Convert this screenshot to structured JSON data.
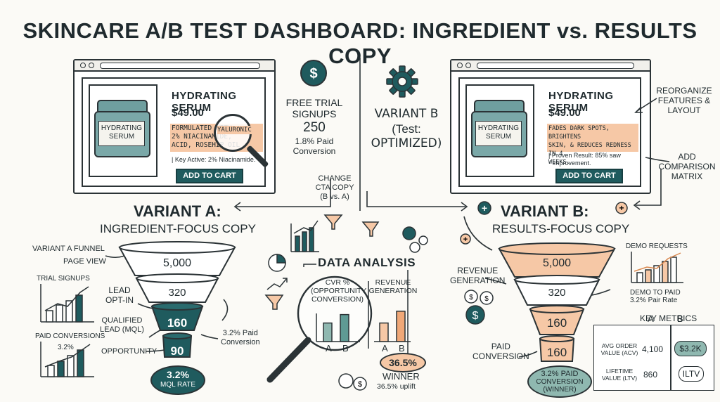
{
  "title": "SKINCARE A/B TEST DASHBOARD: INGREDIENT vs. RESULTS COPY",
  "product_a": {
    "name": "HYDRATING SERUM",
    "price": "$49.00",
    "jar_label": "HYDRATING SERUM",
    "copy_line1": "FORMULATED WITH",
    "copy_line2": "2% NIACINAMIDE,",
    "copy_line3": "ACID, ROSEHIP OIL",
    "magnified": "YALURONIC",
    "key_active": "| Key Active: 2% Niacinamide.",
    "cta": "ADD TO CART"
  },
  "product_b": {
    "name": "HYDRATING SERUM",
    "price": "$49.00",
    "jar_label": "HYDRATING SERUM",
    "copy_line1": "FADES DARK SPOTS, BRIGHTENS",
    "copy_line2": "SKIN, & REDUCES REDNESS IN 4",
    "copy_line3": "WEEKS.",
    "proven_line1": "| Proven Result: 85% saw",
    "proven_line2": "improvement.",
    "cta": "ADD TO CART"
  },
  "center_top": {
    "free_trial_line1": "FREE TRIAL",
    "free_trial_line2": "SIGNUPS",
    "free_trial_value": "250",
    "paid_conversion_line1": "1.8% Paid",
    "paid_conversion_line2": "Conversion",
    "change_cta_line1": "CHANGE",
    "change_cta_line2": "CTA COPY",
    "change_cta_line3": "(B vs. A)",
    "variant_b_line1": "VARIANT B",
    "variant_b_line2": "(Test:",
    "variant_b_line3": "OPTIMIZED)"
  },
  "right_notes": {
    "reorganize_line1": "REORGANIZE",
    "reorganize_line2": "FEATURES &",
    "reorganize_line3": "LAYOUT",
    "add_line1": "ADD",
    "add_line2": "COMPARISON",
    "add_line3": "MATRIX"
  },
  "variant_a": {
    "heading": "VARIANT A:",
    "subheading": "INGREDIENT-FOCUS COPY",
    "funnel_label": "VARIANT A FUNNEL",
    "stages": [
      {
        "label": "PAGE VIEW",
        "value": "5,000"
      },
      {
        "label": "LEAD OPT-IN",
        "value": "320"
      },
      {
        "label": "QUALIFIED LEAD (MQL)",
        "value": "160"
      },
      {
        "label": "OPPORTUNITY",
        "value": "90"
      }
    ],
    "lead_line1": "LEAD",
    "lead_line2": "OPT-IN",
    "mql_line1": "QUALIFIED",
    "mql_line2": "LEAD (MQL)",
    "rate_value": "3.2%",
    "rate_label": "MQL RATE",
    "paid_rate_line1": "3.2% Paid",
    "paid_rate_line2": "Conversion",
    "trial_signups": "TRIAL SIGNUPS",
    "paid_conversions": "PAID CONVERSIONS",
    "paid_conv_pct": "3.2%"
  },
  "analysis": {
    "title": "DATA ANALYSIS",
    "cvr_line1": "CVR %",
    "cvr_line2": "(OPPORTUNITY",
    "cvr_line3": "CONVERSION)",
    "rev_line1": "REVENUE",
    "rev_line2": "GENERATION",
    "cvr_bars": [
      {
        "label": "A",
        "value": 0.55
      },
      {
        "label": "B",
        "value": 0.8
      }
    ],
    "rev_bars": [
      {
        "label": "A",
        "value": 0.55
      },
      {
        "label": "B",
        "value": 0.9
      }
    ],
    "winner_value": "36.5%",
    "winner_label": "WINNER",
    "uplift": "36.5% uplift"
  },
  "variant_b": {
    "heading": "VARIANT B:",
    "subheading": "RESULTS-FOCUS COPY",
    "stages": [
      {
        "value": "5,000"
      },
      {
        "value": "320"
      },
      {
        "value": "160"
      },
      {
        "value": "160"
      }
    ],
    "revenue_line1": "REVENUE",
    "revenue_line2": "GENERATION",
    "paid_conv_line1": "PAID",
    "paid_conv_line2": "CONVERSION",
    "rate_line1": "3.2% PAID",
    "rate_line2": "CONVERSION",
    "rate_line3": "(WINNER)",
    "demo_requests": "DEMO REQUESTS",
    "demo_to_paid": "DEMO TO PAID",
    "pair_rate": "3.2% Pair Rate"
  },
  "key_metrics": {
    "title": "KEY METRICS",
    "col_a": "A",
    "col_b": "B",
    "rows": [
      {
        "line1": "AVG ORDER",
        "line2": "VALUE (ACV)",
        "a": "4,100",
        "b": "$3.2K"
      },
      {
        "line1": "LIFETIME",
        "line2": "VALUE (LTV)",
        "a": "860",
        "b": "ILTV"
      }
    ]
  },
  "colors": {
    "teal": "#1f5b5e",
    "peach": "#f6c8a6",
    "ink": "#1f2a2e"
  }
}
